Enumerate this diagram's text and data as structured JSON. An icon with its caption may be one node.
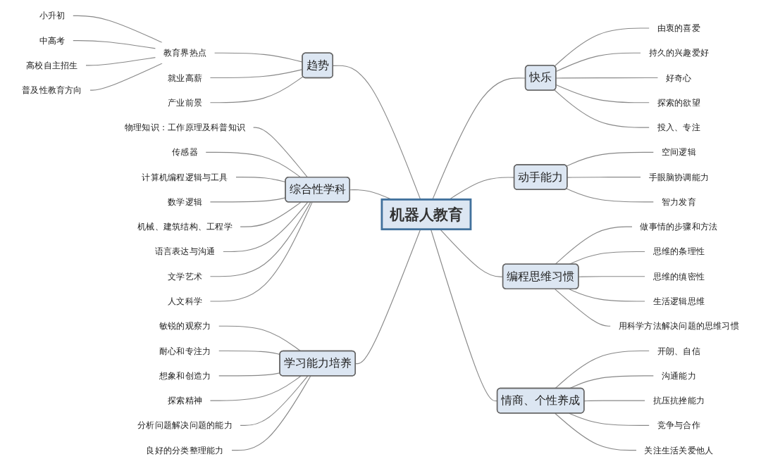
{
  "diagram": {
    "nodes": [
      {
        "text": [
          "机器人教育"
        ]
      },
      {
        "text": [
          "趋势"
        ]
      },
      {
        "text": [
          "教育界热点"
        ]
      },
      {
        "text": [
          "小升初"
        ]
      },
      {
        "text": [
          "中高考"
        ]
      },
      {
        "text": [
          "高校自主招生"
        ]
      },
      {
        "text": [
          "普及性教育方向"
        ]
      },
      {
        "text": [
          "就业高薪"
        ]
      },
      {
        "text": [
          "产业前景"
        ]
      },
      {
        "text": [
          "综合性学科"
        ]
      },
      {
        "text": [
          "物理知识：工作原理及科普知识"
        ]
      },
      {
        "text": [
          "传感器"
        ]
      },
      {
        "text": [
          "计算机编程逻辑与工具"
        ]
      },
      {
        "text": [
          "数学逻辑"
        ]
      },
      {
        "text": [
          "机械、建筑结构、工程学"
        ]
      },
      {
        "text": [
          "语言表达与沟通"
        ]
      },
      {
        "text": [
          "文学艺术"
        ]
      },
      {
        "text": [
          "人文科学"
        ]
      },
      {
        "text": [
          "学习能力培养"
        ]
      },
      {
        "text": [
          "敏锐的观察力"
        ]
      },
      {
        "text": [
          "耐心和专注力"
        ]
      },
      {
        "text": [
          "想象和创造力"
        ]
      },
      {
        "text": [
          "探索精神"
        ]
      },
      {
        "text": [
          "分析问题解决问题的能力"
        ]
      },
      {
        "text": [
          "良好的分类整理能力"
        ]
      },
      {
        "text": [
          "快乐"
        ]
      },
      {
        "text": [
          "由衷的喜爱"
        ]
      },
      {
        "text": [
          "持久的兴趣爱好"
        ]
      },
      {
        "text": [
          "好奇心"
        ]
      },
      {
        "text": [
          "探索的欲望"
        ]
      },
      {
        "text": [
          "投入、专注"
        ]
      },
      {
        "text": [
          "动手能力"
        ]
      },
      {
        "text": [
          "空间逻辑"
        ]
      },
      {
        "text": [
          "手眼脑协调能力"
        ]
      },
      {
        "text": [
          "智力发育"
        ]
      },
      {
        "text": [
          "编程思维习惯"
        ]
      },
      {
        "text": [
          "做事情的步骤和方法"
        ]
      },
      {
        "text": [
          "思维的条理性"
        ]
      },
      {
        "text": [
          "思维的缜密性"
        ]
      },
      {
        "text": [
          "生活逻辑思维"
        ]
      },
      {
        "text": [
          "用科学方法解决问题的思维习惯"
        ]
      },
      {
        "text": [
          "情商、个性养成"
        ]
      },
      {
        "text": [
          "开朗、自信"
        ]
      },
      {
        "text": [
          "沟通能力"
        ]
      },
      {
        "text": [
          "抗压抗挫能力"
        ]
      },
      {
        "text": [
          "竞争与合作"
        ]
      },
      {
        "text": [
          "关注生活关爱他人"
        ]
      }
    ],
    "edges": [
      {
        "from": 3,
        "to": 2,
        "arrow": "none"
      },
      {
        "from": 4,
        "to": 2,
        "arrow": "none"
      },
      {
        "from": 5,
        "to": 2,
        "arrow": "none"
      },
      {
        "from": 6,
        "to": 2,
        "arrow": "none"
      },
      {
        "from": 2,
        "to": 1,
        "arrow": "none"
      },
      {
        "from": 7,
        "to": 1,
        "arrow": "none"
      },
      {
        "from": 8,
        "to": 1,
        "arrow": "none"
      },
      {
        "from": 1,
        "to": 0,
        "arrow": "none"
      },
      {
        "from": 10,
        "to": 9,
        "arrow": "none"
      },
      {
        "from": 11,
        "to": 9,
        "arrow": "none"
      },
      {
        "from": 12,
        "to": 9,
        "arrow": "none"
      },
      {
        "from": 13,
        "to": 9,
        "arrow": "none"
      },
      {
        "from": 14,
        "to": 9,
        "arrow": "none"
      },
      {
        "from": 15,
        "to": 9,
        "arrow": "none"
      },
      {
        "from": 16,
        "to": 9,
        "arrow": "none"
      },
      {
        "from": 17,
        "to": 9,
        "arrow": "none"
      },
      {
        "from": 9,
        "to": 0,
        "arrow": "none"
      },
      {
        "from": 19,
        "to": 18,
        "arrow": "none"
      },
      {
        "from": 20,
        "to": 18,
        "arrow": "none"
      },
      {
        "from": 21,
        "to": 18,
        "arrow": "none"
      },
      {
        "from": 22,
        "to": 18,
        "arrow": "none"
      },
      {
        "from": 23,
        "to": 18,
        "arrow": "none"
      },
      {
        "from": 24,
        "to": 18,
        "arrow": "none"
      },
      {
        "from": 18,
        "to": 0,
        "arrow": "none"
      },
      {
        "from": 0,
        "to": 25,
        "arrow": "none"
      },
      {
        "from": 25,
        "to": 26,
        "arrow": "none"
      },
      {
        "from": 25,
        "to": 27,
        "arrow": "none"
      },
      {
        "from": 25,
        "to": 28,
        "arrow": "none"
      },
      {
        "from": 25,
        "to": 29,
        "arrow": "none"
      },
      {
        "from": 25,
        "to": 30,
        "arrow": "none"
      },
      {
        "from": 0,
        "to": 31,
        "arrow": "none"
      },
      {
        "from": 31,
        "to": 32,
        "arrow": "none"
      },
      {
        "from": 31,
        "to": 33,
        "arrow": "none"
      },
      {
        "from": 31,
        "to": 34,
        "arrow": "none"
      },
      {
        "from": 0,
        "to": 35,
        "arrow": "none"
      },
      {
        "from": 35,
        "to": 36,
        "arrow": "none"
      },
      {
        "from": 35,
        "to": 37,
        "arrow": "none"
      },
      {
        "from": 35,
        "to": 38,
        "arrow": "none"
      },
      {
        "from": 35,
        "to": 39,
        "arrow": "none"
      },
      {
        "from": 35,
        "to": 40,
        "arrow": "none"
      },
      {
        "from": 0,
        "to": 41,
        "arrow": "none"
      },
      {
        "from": 41,
        "to": 42,
        "arrow": "none"
      },
      {
        "from": 41,
        "to": 43,
        "arrow": "none"
      },
      {
        "from": 41,
        "to": 44,
        "arrow": "none"
      },
      {
        "from": 41,
        "to": 45,
        "arrow": "none"
      },
      {
        "from": 41,
        "to": 46,
        "arrow": "none"
      }
    ]
  }
}
